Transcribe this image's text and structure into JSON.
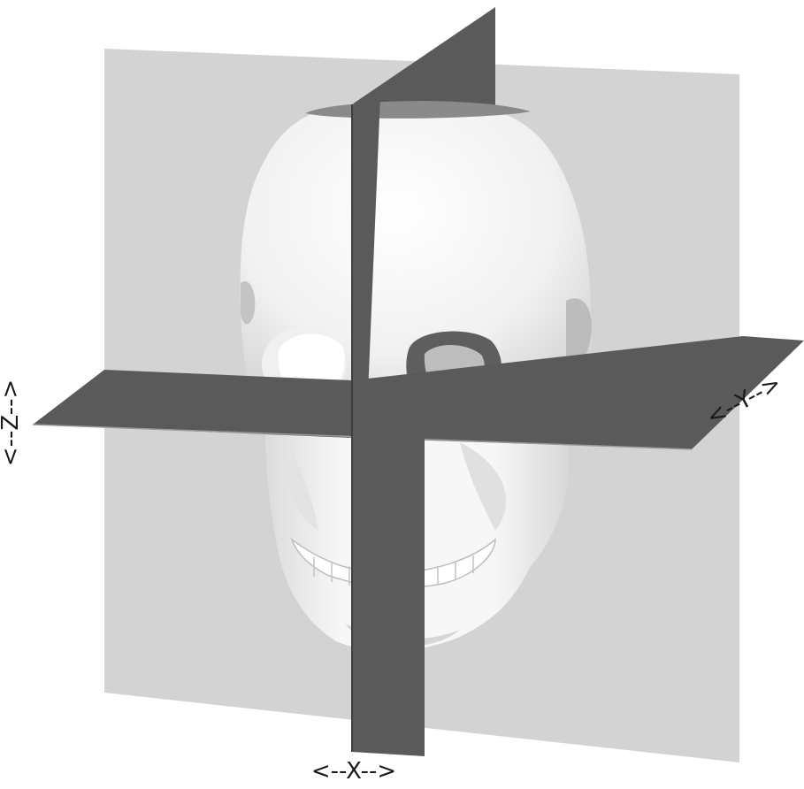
{
  "figure": {
    "axis_labels": {
      "x": "<--X-->",
      "y": "<--Y-->",
      "z": "<--Z-->"
    },
    "colors": {
      "background": "#ffffff",
      "coronal_plane": "#d3d3d3",
      "cutting_plane": "#5a5a5a",
      "skull_surface": "#f4f4f4",
      "skull_shadow": "#cfcfcf",
      "cavity": "#3a3a3a"
    },
    "structures": [
      "coronal-plane",
      "sagittal-plane",
      "axial-plane",
      "skull-surface"
    ]
  }
}
